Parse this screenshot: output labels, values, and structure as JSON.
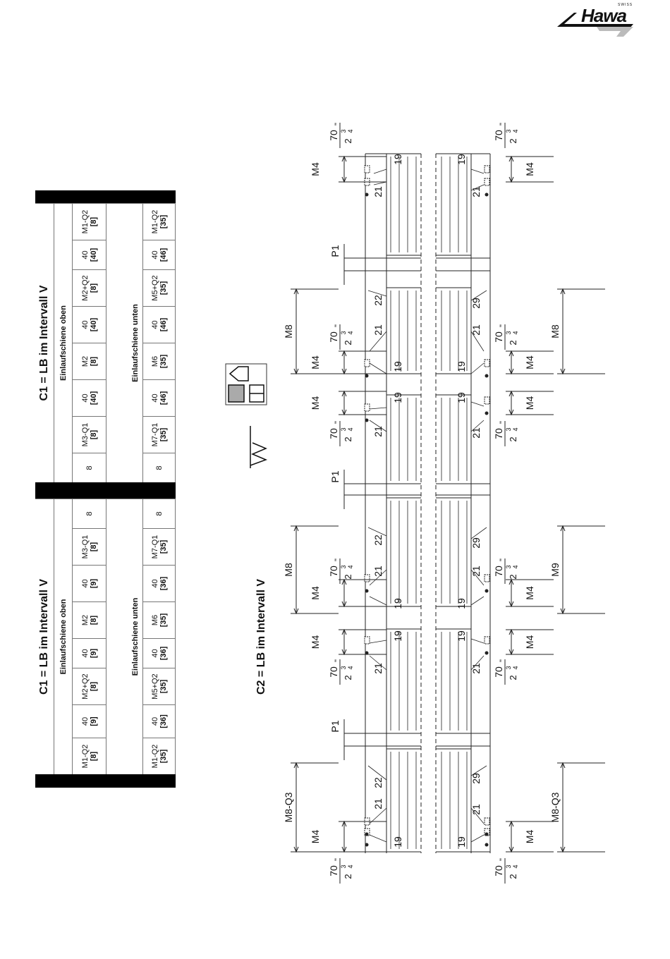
{
  "brand": {
    "name": "Hawa",
    "tagline": "SWISS"
  },
  "table_c1_left": {
    "title": "C1 = LB im Intervall V",
    "upper_label": "Einlaufschiene oben",
    "lower_label": "Einlaufschiene unten",
    "upper": [
      {
        "top": "M1-Q2",
        "bot": "[8]"
      },
      {
        "top": "40",
        "bot": "[9]"
      },
      {
        "top": "M2+Q2",
        "bot": "[8]"
      },
      {
        "top": "40",
        "bot": "[9]"
      },
      {
        "top": "M2",
        "bot": "[8]"
      },
      {
        "top": "40",
        "bot": "[9]"
      },
      {
        "top": "M3-Q1",
        "bot": "[8]"
      },
      {
        "top": "8",
        "bot": ""
      }
    ],
    "lower": [
      {
        "top": "M1-Q2",
        "bot": "[35]"
      },
      {
        "top": "40",
        "bot": "[36]"
      },
      {
        "top": "M5+Q2",
        "bot": "[35]"
      },
      {
        "top": "40",
        "bot": "[36]"
      },
      {
        "top": "M6",
        "bot": "[35]"
      },
      {
        "top": "40",
        "bot": "[36]"
      },
      {
        "top": "M7-Q1",
        "bot": "[35]"
      },
      {
        "top": "8",
        "bot": ""
      }
    ]
  },
  "table_c1_right": {
    "title": "C1 = LB im Intervall V",
    "upper_label": "Einlaufschiene oben",
    "lower_label": "Einlaufschiene unten",
    "upper": [
      {
        "top": "8",
        "bot": ""
      },
      {
        "top": "M3-Q1",
        "bot": "[8]"
      },
      {
        "top": "40",
        "bot": "[40]"
      },
      {
        "top": "M2",
        "bot": "[8]"
      },
      {
        "top": "40",
        "bot": "[40]"
      },
      {
        "top": "M2+Q2",
        "bot": "[8]"
      },
      {
        "top": "40",
        "bot": "[40]"
      },
      {
        "top": "M1-Q2",
        "bot": "[8]"
      }
    ],
    "lower": [
      {
        "top": "8",
        "bot": ""
      },
      {
        "top": "M7-Q1",
        "bot": "[35]"
      },
      {
        "top": "40",
        "bot": "[46]"
      },
      {
        "top": "M6",
        "bot": "[35]"
      },
      {
        "top": "40",
        "bot": "[46]"
      },
      {
        "top": "M5+Q2",
        "bot": "[35]"
      },
      {
        "top": "40",
        "bot": "[46]"
      },
      {
        "top": "M1-Q2",
        "bot": "[35]"
      }
    ]
  },
  "drawing": {
    "title": "C2 = LB im Intervall V",
    "labels": {
      "m4": "M4",
      "m8": "M8",
      "m9": "M9",
      "m8q3": "M8-Q3",
      "p1": "P1",
      "d70": "70",
      "inch_whole": "2",
      "inch_num": "3",
      "inch_den": "4",
      "inch_mark": "\"",
      "n19": "19",
      "n21": "21",
      "n22": "22",
      "n29": "29"
    }
  }
}
